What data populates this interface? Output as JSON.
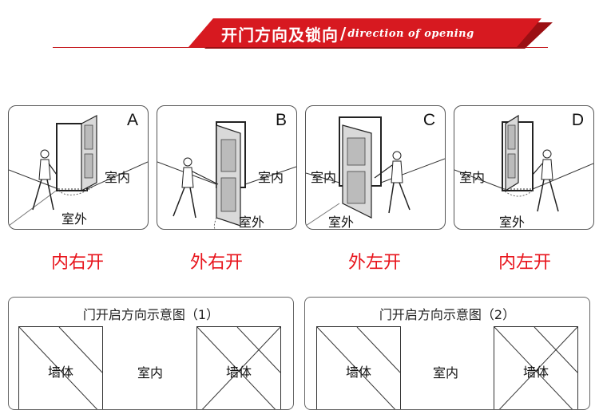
{
  "header": {
    "title_cn": "开门方向及锁向",
    "separator": "/",
    "title_en": "direction of opening",
    "accent_color": "#d71920"
  },
  "panels": [
    {
      "letter": "A",
      "indoor": "室内",
      "outdoor": "室外",
      "caption": "内右开"
    },
    {
      "letter": "B",
      "indoor": "室内",
      "outdoor": "室外",
      "caption": "外右开"
    },
    {
      "letter": "C",
      "indoor": "室内",
      "outdoor": "室外",
      "caption": "外左开"
    },
    {
      "letter": "D",
      "indoor": "室内",
      "outdoor": "室外",
      "caption": "内左开"
    }
  ],
  "caption_color": "#e8141c",
  "diagrams": [
    {
      "title": "门开启方向示意图（1）",
      "wall_left": "墙体",
      "room": "室内",
      "wall_right": "墙体"
    },
    {
      "title": "门开启方向示意图（2）",
      "wall_left": "墙体",
      "room": "室内",
      "wall_right": "墙体"
    }
  ]
}
